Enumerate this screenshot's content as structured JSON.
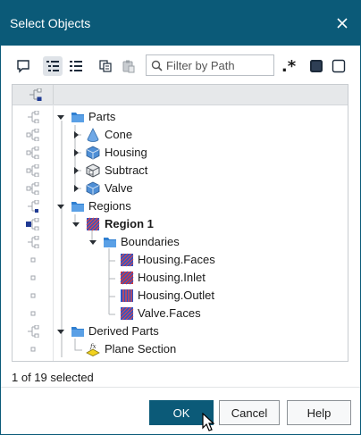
{
  "dialog": {
    "title": "Select Objects",
    "close_icon": "close-icon"
  },
  "toolbar": {
    "buttons": [
      "comment-icon",
      "tree-view-icon",
      "list-view-icon",
      "copy-icon",
      "paste-icon",
      "regex-icon",
      "select-all-icon",
      "select-none-icon"
    ],
    "filter_placeholder": "Filter by Path",
    "regex_symbol": ".*"
  },
  "tree": {
    "rows": [
      {
        "label": "Parts",
        "icon": "folder-icon",
        "expanded": true
      },
      {
        "label": "Cone",
        "icon": "cone-icon",
        "expanded": false
      },
      {
        "label": "Housing",
        "icon": "part-icon",
        "expanded": false
      },
      {
        "label": "Subtract",
        "icon": "subtract-icon",
        "expanded": false
      },
      {
        "label": "Valve",
        "icon": "part-icon",
        "expanded": false
      },
      {
        "label": "Regions",
        "icon": "folder-icon",
        "expanded": true
      },
      {
        "label": "Region 1",
        "icon": "region-icon",
        "expanded": true,
        "selected": true
      },
      {
        "label": "Boundaries",
        "icon": "folder-icon",
        "expanded": true
      },
      {
        "label": "Housing.Faces",
        "icon": "boundary-wall-icon"
      },
      {
        "label": "Housing.Inlet",
        "icon": "boundary-inlet-icon"
      },
      {
        "label": "Housing.Outlet",
        "icon": "boundary-outlet-icon"
      },
      {
        "label": "Valve.Faces",
        "icon": "boundary-wall-icon"
      },
      {
        "label": "Derived Parts",
        "icon": "folder-icon",
        "expanded": true
      },
      {
        "label": "Plane Section",
        "icon": "plane-section-icon"
      }
    ]
  },
  "status": {
    "text": "1 of 19 selected"
  },
  "buttons": {
    "ok": "OK",
    "cancel": "Cancel",
    "help": "Help"
  },
  "colors": {
    "title_bar": "#0b5a78",
    "primary_button": "#0b5a78",
    "folder": "#2f7fd1",
    "selection_marker": "#1f3a93"
  }
}
